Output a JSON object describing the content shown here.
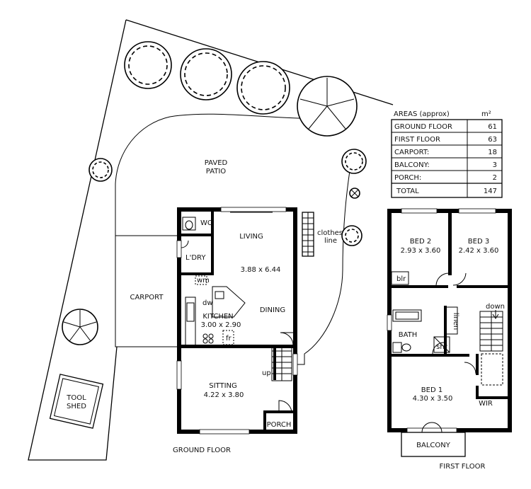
{
  "ground_floor": {
    "title": "GROUND FLOOR",
    "rooms": {
      "living": "LIVING",
      "living_dim": "3.88 x 6.44",
      "wc": "WC",
      "laundry": "L'DRY",
      "wm": "wm",
      "dw": "dw",
      "kitchen": "KITCHEN",
      "kitchen_dim": "3.00 x 2.90",
      "fr": "fr",
      "dining": "DINING",
      "sitting": "SITTING",
      "sitting_dim": "4.22 x 3.80",
      "porch": "PORCH",
      "up": "up"
    }
  },
  "first_floor": {
    "title": "FIRST FLOOR",
    "rooms": {
      "bed2": "BED 2",
      "bed2_dim": "2.93 x 3.60",
      "bed3": "BED 3",
      "bed3_dim": "2.42 x 3.60",
      "blr": "blr",
      "down": "down",
      "linen": "linen",
      "bath": "BATH",
      "shr": "shr",
      "bed1": "BED 1",
      "bed1_dim": "4.30 x 3.50",
      "wir": "WIR",
      "balcony": "BALCONY"
    }
  },
  "site": {
    "paved_1": "PAVED",
    "paved_2": "PATIO",
    "carport": "CARPORT",
    "clothes_1": "clothes",
    "clothes_2": "line",
    "tool_1": "TOOL",
    "tool_2": "SHED"
  },
  "areas": {
    "heading": "AREAS (approx)",
    "unit": "m²",
    "rows": [
      {
        "label": "GROUND FLOOR",
        "value": "61"
      },
      {
        "label": "FIRST FLOOR",
        "value": "63"
      },
      {
        "label": "CARPORT:",
        "value": "18"
      },
      {
        "label": "BALCONY:",
        "value": "3"
      },
      {
        "label": "PORCH:",
        "value": "2"
      }
    ],
    "total_label": "TOTAL",
    "total_value": "147"
  }
}
